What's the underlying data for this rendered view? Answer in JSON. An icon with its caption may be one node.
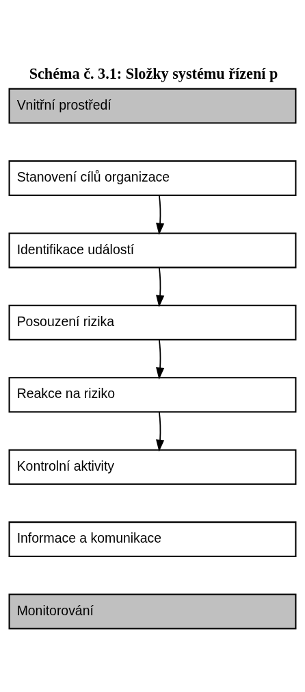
{
  "diagram": {
    "title": "Schéma č. 3.1: Složky systému řízení p",
    "nodes": [
      {
        "text": [
          "Vnitřní prostředí"
        ]
      },
      {
        "text": [
          "Stanovení cílů organizace"
        ]
      },
      {
        "text": [
          "Identifikace událostí"
        ]
      },
      {
        "text": [
          "Posouzení rizika"
        ]
      },
      {
        "text": [
          "Reakce na riziko"
        ]
      },
      {
        "text": [
          "Kontrolní aktivity"
        ]
      },
      {
        "text": [
          "Informace a komunikace"
        ]
      },
      {
        "text": [
          "Monitorování"
        ]
      }
    ],
    "edges": [
      {
        "from": 1,
        "to": 2,
        "arrow": "to"
      },
      {
        "from": 2,
        "to": 3,
        "arrow": "to"
      },
      {
        "from": 3,
        "to": 4,
        "arrow": "to"
      },
      {
        "from": 4,
        "to": 5,
        "arrow": "to"
      }
    ]
  }
}
